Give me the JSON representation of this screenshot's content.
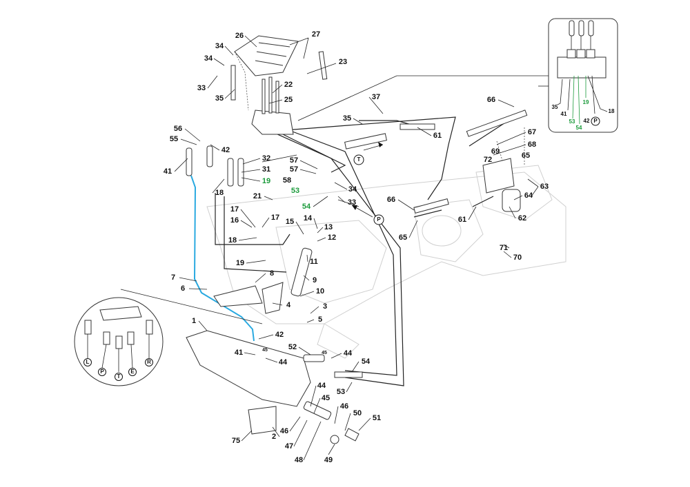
{
  "diagram": {
    "labels": [
      "26",
      "27",
      "34",
      "34",
      "23",
      "33",
      "35",
      "22",
      "25",
      "37",
      "35",
      "61",
      "66",
      "67",
      "68",
      "56",
      "55",
      "42",
      "41",
      "32",
      "31",
      "19",
      "18",
      "57",
      "57",
      "58",
      "53",
      "34",
      "21",
      "33",
      "54",
      "66",
      "72",
      "69",
      "65",
      "63",
      "64",
      "62",
      "61",
      "65",
      "17",
      "16",
      "17",
      "18",
      "15",
      "14",
      "13",
      "12",
      "11",
      "19",
      "71",
      "70",
      "7",
      "8",
      "9",
      "6",
      "10",
      "4",
      "3",
      "5",
      "1",
      "42",
      "41",
      "45",
      "44",
      "52",
      "45",
      "44",
      "54",
      "53",
      "44",
      "45",
      "46",
      "50",
      "51",
      "46",
      "47",
      "48",
      "49",
      "75",
      "2"
    ],
    "green_labels": [
      "19",
      "53",
      "54"
    ],
    "flow_markers": [
      "T",
      "P"
    ],
    "inset_valve": {
      "labels": [
        "35",
        "41",
        "53",
        "54",
        "42",
        "19",
        "18"
      ],
      "marker": "P"
    },
    "inset_coupler": {
      "markers": [
        "L",
        "P",
        "T",
        "E",
        "R"
      ]
    },
    "colors": {
      "highlight_pipe": "#29a9e0",
      "green_label": "#1a9a3a"
    }
  }
}
